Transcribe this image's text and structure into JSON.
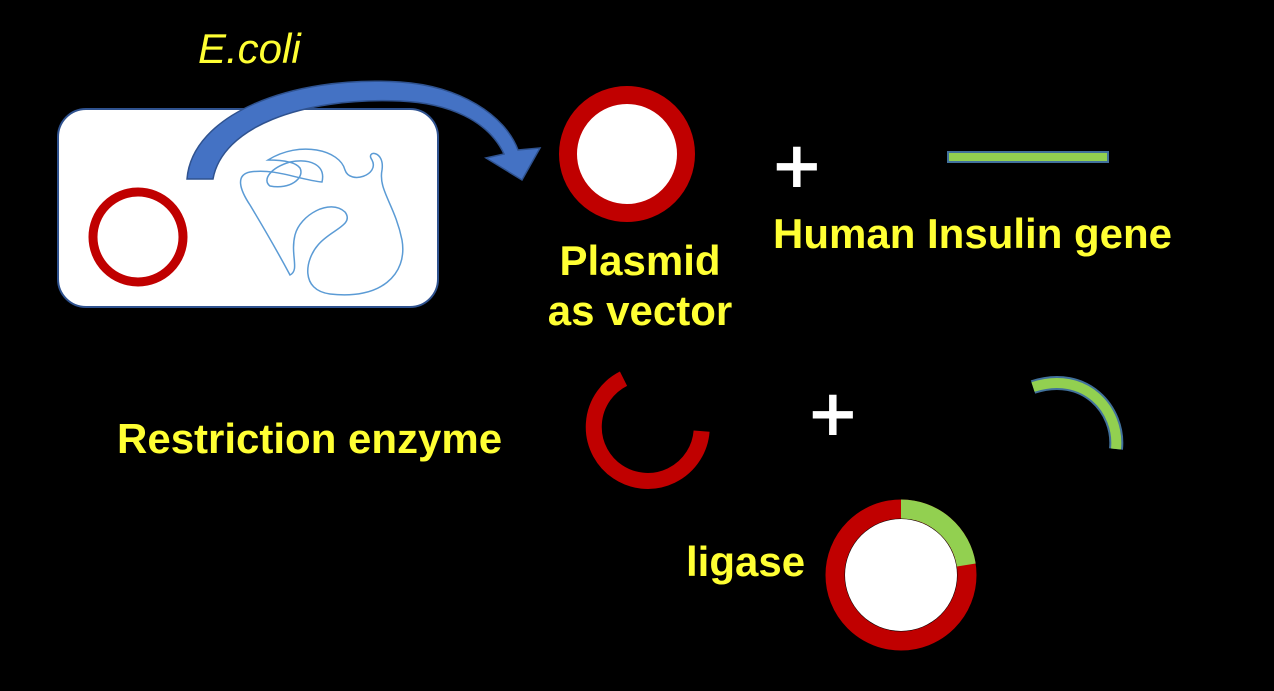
{
  "labels": {
    "ecoli": "E.coli",
    "plasmid_line1": "Plasmid",
    "plasmid_line2": "as vector",
    "insulin_gene": "Human Insulin gene",
    "restriction_enzyme": "Restriction enzyme",
    "ligase": "ligase",
    "plus": "+"
  },
  "colors": {
    "background": "#000000",
    "label_text": "#ffff33",
    "plasmid_red": "#c00000",
    "gene_green": "#92d050",
    "gene_outline": "#41719c",
    "arrow_blue": "#4472c4",
    "cell_fill": "#ffffff",
    "cell_outline": "#2f528f",
    "chromosome": "#5b9bd5"
  },
  "icons": {
    "arrow": "curved-arrow-icon",
    "plasmid": "ring-icon",
    "gene": "line-segment-icon"
  }
}
